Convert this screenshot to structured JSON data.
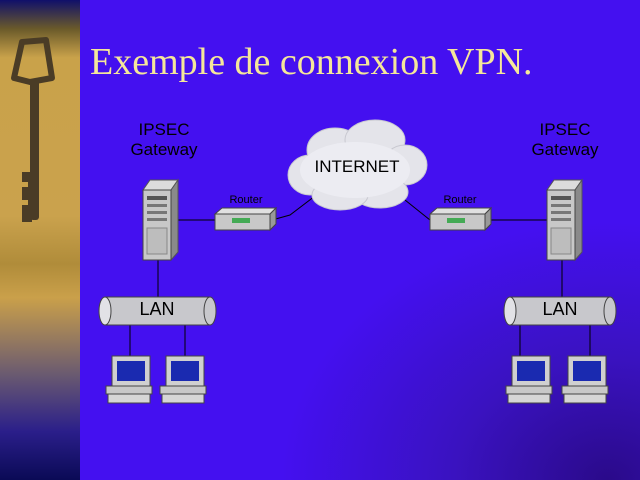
{
  "slide": {
    "title": "Exemple de connexion VPN.",
    "accent": "#f5e79a",
    "background": "#4410f0"
  },
  "diagram": {
    "internet_label": "INTERNET",
    "left_site": {
      "gateway_line1": "IPSEC",
      "gateway_line2": "Gateway",
      "router_label": "Router",
      "lan_label": "LAN"
    },
    "right_site": {
      "gateway_line1": "IPSEC",
      "gateway_line2": "Gateway",
      "router_label": "Router",
      "lan_label": "LAN"
    },
    "icons": [
      "key-image",
      "cloud-icon",
      "server-icon",
      "router-icon",
      "lan-cable-icon",
      "workstation-icon"
    ]
  }
}
